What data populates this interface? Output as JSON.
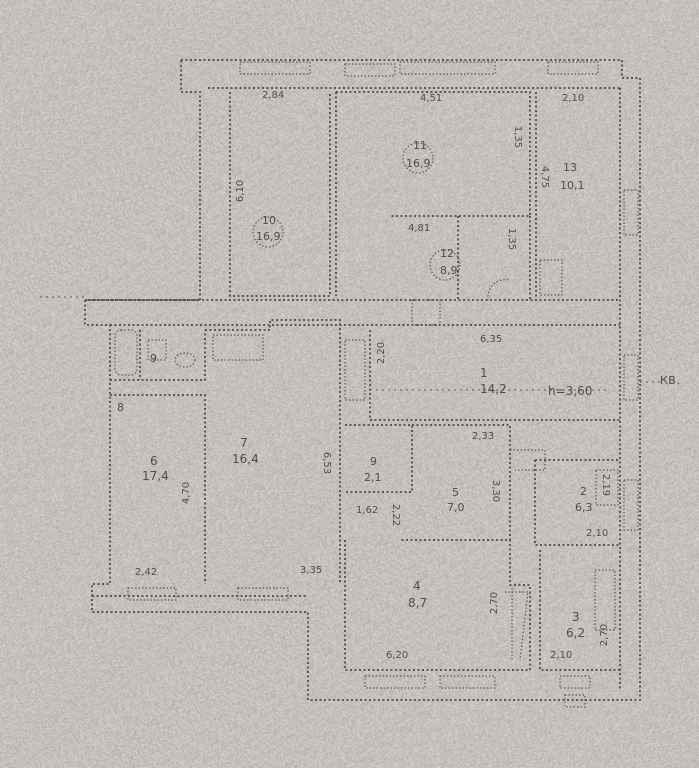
{
  "plan": {
    "dimensions": {
      "top_left": "2,84",
      "top_mid": "4,51",
      "top_right": "2,10",
      "room10_height": "6,10",
      "room11_inner": "4,81",
      "room11_side": "1,35",
      "room12_side": "1,35",
      "room13_height": "4,75",
      "corridor_width": "6,35",
      "hall_left": "2,42",
      "hall_bottom": "3,35",
      "room7_side": "6,53",
      "room6_side": "4,70",
      "room5_top": "2,33",
      "room5_side": "3,30",
      "room9_left": "1,62",
      "room9_side": "2,22",
      "room2_side": "2,19",
      "room2_bottom": "2,10",
      "room4_bottom": "6,20",
      "room4_side": "2,70",
      "room3_side": "2,70",
      "room3_bottom": "2,10",
      "room8_side": "2,20"
    },
    "rooms": [
      {
        "number": "10",
        "area": "16,9"
      },
      {
        "number": "11",
        "area": "16,9"
      },
      {
        "number": "12",
        "area": "8,9"
      },
      {
        "number": "13",
        "area": "10,1"
      },
      {
        "number": "1",
        "area": "14,2"
      },
      {
        "number": "h=3,60",
        "area": ""
      },
      {
        "number": "9",
        "area": ""
      },
      {
        "number": "8",
        "area": ""
      },
      {
        "number": "6",
        "area": "17,4"
      },
      {
        "number": "7",
        "area": "16,4"
      },
      {
        "number": "9",
        "area": "2,1"
      },
      {
        "number": "5",
        "area": "7,0"
      },
      {
        "number": "2",
        "area": "6,3"
      },
      {
        "number": "4",
        "area": "8,7"
      },
      {
        "number": "3",
        "area": "6,2"
      }
    ],
    "marker_kv": "КВ."
  }
}
